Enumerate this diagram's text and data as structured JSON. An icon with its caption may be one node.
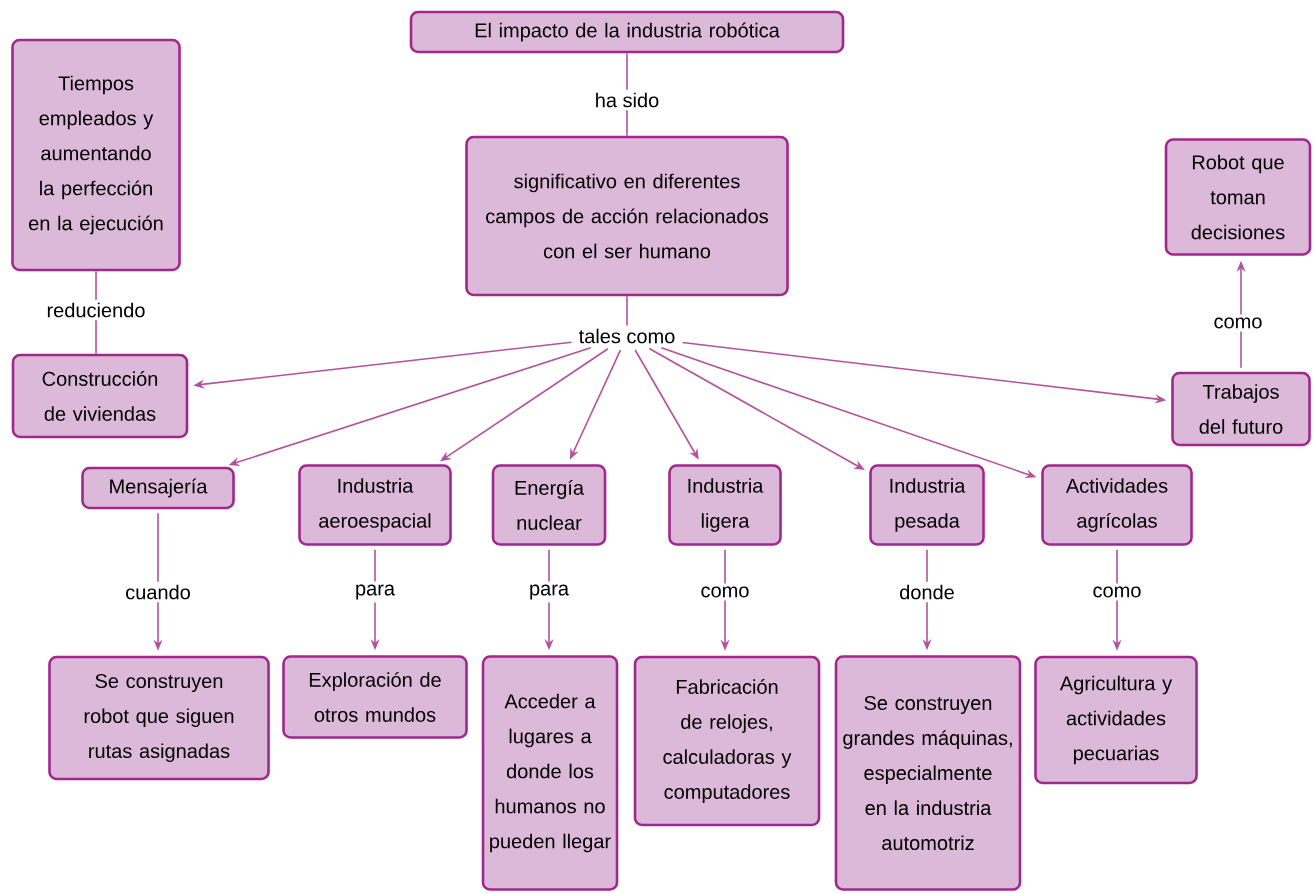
{
  "diagram": {
    "nodes": [
      {
        "text": [
          "El impacto de la industria robótica"
        ]
      },
      {
        "text": [
          "Tiempos empleados y aumentando la perfección en la ejecución"
        ]
      },
      {
        "text": [
          "significativo en diferentes campos de acción relacionados con el ser humano"
        ]
      },
      {
        "text": [
          "Robot que toman decisiones"
        ]
      },
      {
        "text": [
          "tales como"
        ]
      },
      {
        "text": [
          "Construcción de viviendas"
        ]
      },
      {
        "text": [
          "Trabajos del futuro"
        ]
      },
      {
        "text": [
          "Mensajería"
        ]
      },
      {
        "text": [
          "Industria aeroespacial"
        ]
      },
      {
        "text": [
          "Energía nuclear"
        ]
      },
      {
        "text": [
          "Industria ligera"
        ]
      },
      {
        "text": [
          "Industria pesada"
        ]
      },
      {
        "text": [
          "Actividades agrícolas"
        ]
      },
      {
        "text": [
          "Se construyen robot que siguen rutas asignadas"
        ]
      },
      {
        "text": [
          "Exploración de otros mundos"
        ]
      },
      {
        "text": [
          "Acceder a lugares a donde los humanos no pueden llegar"
        ]
      },
      {
        "text": [
          "Fabricación de relojes, calculadoras y computadores"
        ]
      },
      {
        "text": [
          "Se construyen grandes máquinas, especialmente en la industria automotriz"
        ]
      },
      {
        "text": [
          "Agricultura y actividades pecuarias"
        ]
      }
    ],
    "edges": [
      {
        "from": 0,
        "to": 2,
        "arrow": "none",
        "label": "ha sido"
      },
      {
        "from": 2,
        "to": 4,
        "arrow": "none"
      },
      {
        "from": 4,
        "to": 5,
        "arrow": "to"
      },
      {
        "from": 4,
        "to": 7,
        "arrow": "to"
      },
      {
        "from": 4,
        "to": 8,
        "arrow": "to"
      },
      {
        "from": 4,
        "to": 9,
        "arrow": "to"
      },
      {
        "from": 4,
        "to": 10,
        "arrow": "to"
      },
      {
        "from": 4,
        "to": 11,
        "arrow": "to"
      },
      {
        "from": 4,
        "to": 12,
        "arrow": "to"
      },
      {
        "from": 4,
        "to": 6,
        "arrow": "to"
      },
      {
        "from": 1,
        "to": 5,
        "arrow": "none",
        "label": "reduciendo"
      },
      {
        "from": 6,
        "to": 3,
        "arrow": "to",
        "label": "como"
      },
      {
        "from": 7,
        "to": 13,
        "arrow": "to",
        "label": "cuando"
      },
      {
        "from": 8,
        "to": 14,
        "arrow": "to",
        "label": "para"
      },
      {
        "from": 9,
        "to": 15,
        "arrow": "to",
        "label": "para"
      },
      {
        "from": 10,
        "to": 16,
        "arrow": "to",
        "label": "como"
      },
      {
        "from": 11,
        "to": 17,
        "arrow": "to",
        "label": "donde"
      },
      {
        "from": 12,
        "to": 18,
        "arrow": "to",
        "label": "como"
      }
    ]
  }
}
